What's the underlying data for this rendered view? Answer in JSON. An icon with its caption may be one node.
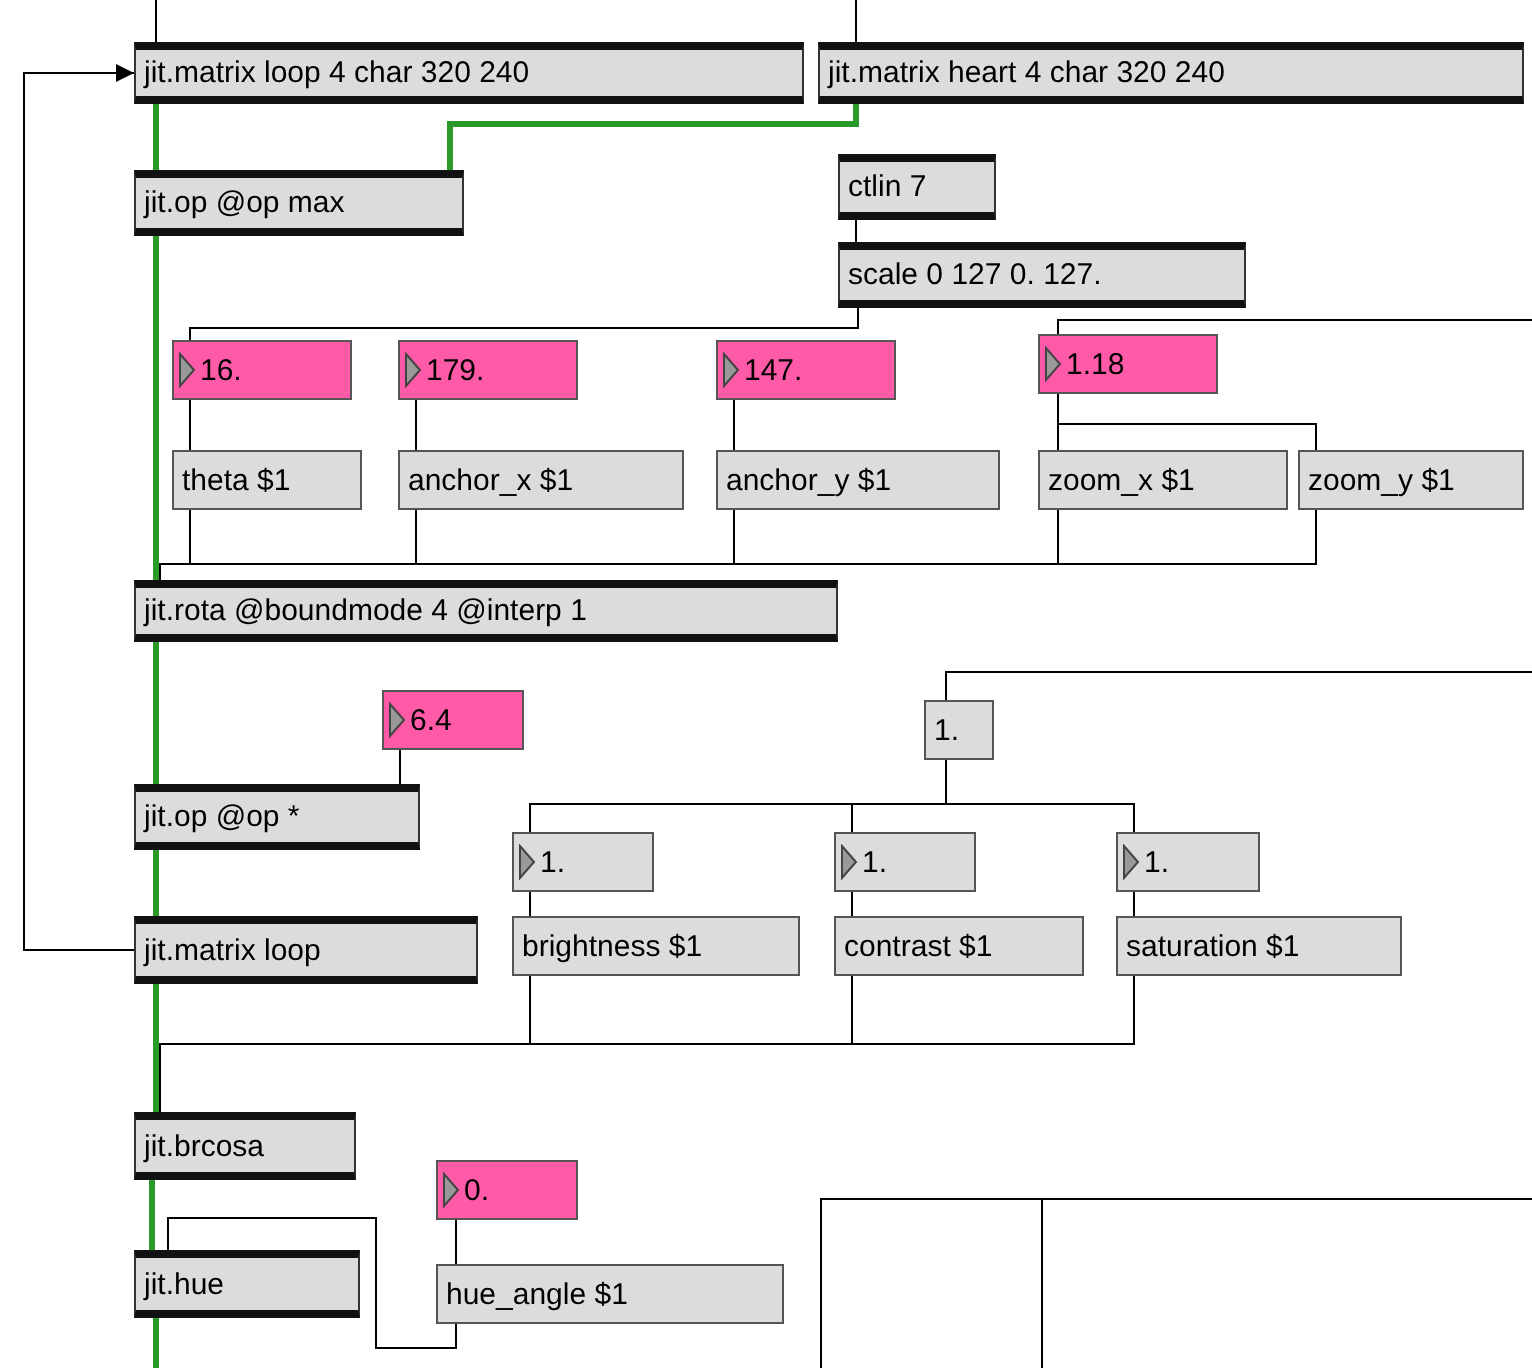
{
  "diagram": {
    "nodes": [
      {
        "text": [
          "jit.matrix loop 4 char 320 240"
        ]
      },
      {
        "text": [
          "jit.matrix heart 4 char 320 240"
        ]
      },
      {
        "text": [
          "jit.op @op max"
        ]
      },
      {
        "text": [
          "ctlin 7"
        ]
      },
      {
        "text": [
          "scale 0 127 0. 127."
        ]
      },
      {
        "text": [
          "16."
        ]
      },
      {
        "text": [
          "179."
        ]
      },
      {
        "text": [
          "147."
        ]
      },
      {
        "text": [
          "1.18"
        ]
      },
      {
        "text": [
          "theta $1"
        ]
      },
      {
        "text": [
          "anchor_x $1"
        ]
      },
      {
        "text": [
          "anchor_y $1"
        ]
      },
      {
        "text": [
          "zoom_x $1"
        ]
      },
      {
        "text": [
          "zoom_y $1"
        ]
      },
      {
        "text": [
          "jit.rota @boundmode 4 @interp 1"
        ]
      },
      {
        "text": [
          "6.4"
        ]
      },
      {
        "text": [
          "1."
        ]
      },
      {
        "text": [
          "jit.op @op *"
        ]
      },
      {
        "text": [
          "1."
        ]
      },
      {
        "text": [
          "1."
        ]
      },
      {
        "text": [
          "1."
        ]
      },
      {
        "text": [
          "jit.matrix loop"
        ]
      },
      {
        "text": [
          "brightness $1"
        ]
      },
      {
        "text": [
          "contrast $1"
        ]
      },
      {
        "text": [
          "saturation $1"
        ]
      },
      {
        "text": [
          "jit.brcosa"
        ]
      },
      {
        "text": [
          "0."
        ]
      },
      {
        "text": [
          "jit.hue"
        ]
      },
      {
        "text": [
          "hue_angle $1"
        ]
      },
      {
        "text": [],
        "shape": "box"
      }
    ],
    "edges": [
      {
        "from": null,
        "to": 0,
        "arrow": "none"
      },
      {
        "from": null,
        "to": 1,
        "arrow": "none"
      },
      {
        "from": 21,
        "to": 0,
        "arrow": "to"
      },
      {
        "from": 0,
        "to": 2,
        "arrow": "none",
        "style": "thick",
        "color": "#2a9a2a"
      },
      {
        "from": 1,
        "to": 2,
        "arrow": "none",
        "style": "thick",
        "color": "#2a9a2a"
      },
      {
        "from": 2,
        "to": 14,
        "arrow": "none",
        "style": "thick",
        "color": "#2a9a2a"
      },
      {
        "from": 3,
        "to": 4,
        "arrow": "none"
      },
      {
        "from": 4,
        "to": 5,
        "arrow": "none"
      },
      {
        "from": null,
        "to": 8,
        "arrow": "none"
      },
      {
        "from": 5,
        "to": 9,
        "arrow": "none"
      },
      {
        "from": 6,
        "to": 10,
        "arrow": "none"
      },
      {
        "from": 7,
        "to": 11,
        "arrow": "none"
      },
      {
        "from": 8,
        "to": 12,
        "arrow": "none"
      },
      {
        "from": 8,
        "to": 13,
        "arrow": "none"
      },
      {
        "from": 9,
        "to": 14,
        "arrow": "none"
      },
      {
        "from": 10,
        "to": 14,
        "arrow": "none"
      },
      {
        "from": 11,
        "to": 14,
        "arrow": "none"
      },
      {
        "from": 12,
        "to": 14,
        "arrow": "none"
      },
      {
        "from": 13,
        "to": 14,
        "arrow": "none"
      },
      {
        "from": 14,
        "to": 17,
        "arrow": "none",
        "style": "thick",
        "color": "#2a9a2a"
      },
      {
        "from": 15,
        "to": 17,
        "arrow": "none"
      },
      {
        "from": null,
        "to": 16,
        "arrow": "none"
      },
      {
        "from": 16,
        "to": 18,
        "arrow": "none"
      },
      {
        "from": 16,
        "to": 19,
        "arrow": "none"
      },
      {
        "from": 16,
        "to": 20,
        "arrow": "none"
      },
      {
        "from": 18,
        "to": 22,
        "arrow": "none"
      },
      {
        "from": 19,
        "to": 23,
        "arrow": "none"
      },
      {
        "from": 20,
        "to": 24,
        "arrow": "none"
      },
      {
        "from": 17,
        "to": 21,
        "arrow": "none",
        "style": "thick",
        "color": "#2a9a2a"
      },
      {
        "from": 21,
        "to": 25,
        "arrow": "none",
        "style": "thick",
        "color": "#2a9a2a"
      },
      {
        "from": 22,
        "to": 25,
        "arrow": "none"
      },
      {
        "from": 23,
        "to": 25,
        "arrow": "none"
      },
      {
        "from": 24,
        "to": 25,
        "arrow": "none"
      },
      {
        "from": 26,
        "to": 28,
        "arrow": "none"
      },
      {
        "from": 25,
        "to": 27,
        "arrow": "none",
        "style": "thick",
        "color": "#2a9a2a"
      },
      {
        "from": 28,
        "to": 27,
        "arrow": "none"
      },
      {
        "from": 27,
        "to": null,
        "arrow": "none",
        "style": "thick",
        "color": "#2a9a2a"
      }
    ]
  }
}
